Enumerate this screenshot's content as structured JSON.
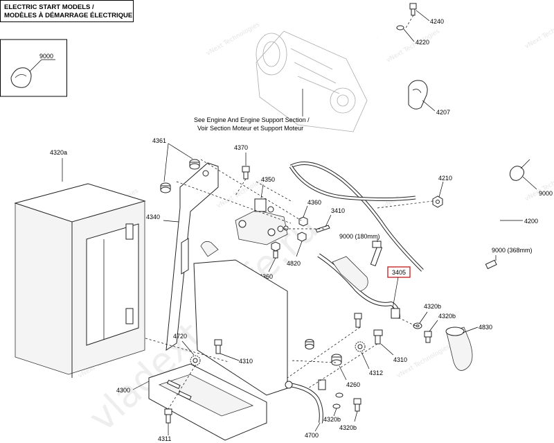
{
  "title": {
    "line1": "ELECTRIC START MODELS /",
    "line2": "MODÈLES À DÉMARRAGE ÉLECTRIQUE"
  },
  "note": {
    "line1": "See Engine And Engine Support Section /",
    "line2": "Voir Section Moteur et Support Moteur"
  },
  "watermarks": {
    "vendor": "vNext Technologies",
    "site": "vladexter-life.ru"
  },
  "highlight_color": "#c01818",
  "callouts": {
    "c9000_inset": "9000",
    "c4240": "4240",
    "c4220": "4220",
    "c4207": "4207",
    "c9000_right": "9000",
    "c4200": "4200",
    "c9000_368": "9000 (368mm)",
    "c4210": "4210",
    "c4361": "4361",
    "c4370": "4370",
    "c4350": "4350",
    "c4320a": "4320a",
    "c4360_top": "4360",
    "c3410": "3410",
    "c4340": "4340",
    "c9000_180": "9000 (180mm)",
    "c4820": "4820",
    "c4360_bottom": "4360",
    "c3405": "3405",
    "c4320b_top": "4320b",
    "c4320b_mid": "4320b",
    "c4830": "4830",
    "c4720": "4720",
    "c4310_left": "4310",
    "c4310_right": "4310",
    "c4312": "4312",
    "c4260": "4260",
    "c4300": "4300",
    "c4700": "4700",
    "c4320b_bottom": "4320b",
    "c4311": "4311"
  }
}
